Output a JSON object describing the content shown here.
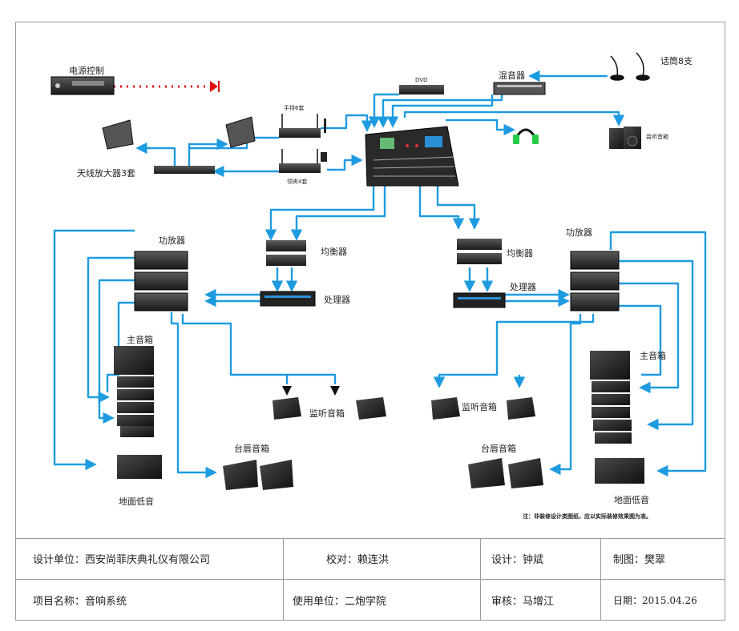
{
  "labels": {
    "power_control": "电源控制",
    "dvd": "DVD",
    "mixer_small": "混音器",
    "mic": "话筒8支",
    "handheld": "手持6套",
    "lavalier": "领夹4套",
    "antenna_amp": "天线放大器3套",
    "monitor_speaker_top": "监听音箱",
    "amp_left": "功放器",
    "amp_right": "功放器",
    "eq_left": "均衡器",
    "eq_right": "均衡器",
    "processor_left": "处理器",
    "processor_right": "处理器",
    "main_left": "主音箱",
    "main_right": "主音箱",
    "monitor_left": "监听音箱",
    "monitor_right": "监听音箱",
    "stage_left": "台唇音箱",
    "stage_right": "台唇音箱",
    "sub_left": "地面低音",
    "sub_right": "地面低音",
    "note": "注：非装修设计类图纸，应以实际装修效果图为准。"
  },
  "titleblock": {
    "design_unit": "设计单位：西安尚菲庆典礼仪有限公司",
    "proofread": "校对：赖连洪",
    "designer": "设计：钟斌",
    "drafter": "制图：樊翠",
    "project_name": "项目名称：音响系统",
    "user_unit": "使用单位：二炮学院",
    "reviewer": "审核：马增江",
    "date": "日期：2015.04.26"
  },
  "colors": {
    "arrow": "#1E9BE0",
    "power_line": "#E01010",
    "frame": "#9A9A9A"
  }
}
